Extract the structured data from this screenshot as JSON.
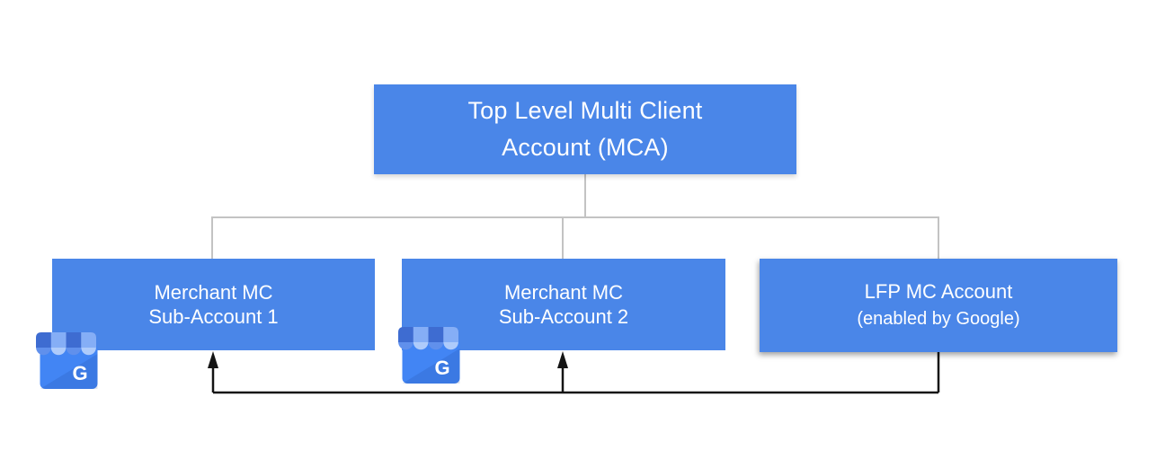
{
  "diagram": {
    "nodes": {
      "mca": {
        "line1": "Top Level Multi Client",
        "line2": "Account (MCA)"
      },
      "merchant1": {
        "line1": "Merchant MC",
        "line2": "Sub-Account 1"
      },
      "merchant2": {
        "line1": "Merchant MC",
        "line2": "Sub-Account 2"
      },
      "lfp": {
        "line1": "LFP MC Account",
        "line2": "(enabled by Google)"
      }
    },
    "edges": [
      {
        "from": "mca",
        "to": "merchant1",
        "type": "tree-line"
      },
      {
        "from": "mca",
        "to": "merchant2",
        "type": "tree-line"
      },
      {
        "from": "mca",
        "to": "lfp",
        "type": "tree-line"
      },
      {
        "from": "lfp",
        "to": "merchant1",
        "type": "black-arrow"
      },
      {
        "from": "lfp",
        "to": "merchant2",
        "type": "black-arrow"
      }
    ],
    "icon": {
      "name": "google-my-business-storefront",
      "letter": "G"
    },
    "colors": {
      "box_fill": "#4a86e8",
      "box_text": "#ffffff",
      "tree_connector": "#c3c3c3",
      "arrow_line": "#141414",
      "icon_body": "#4285f4",
      "icon_stripe_dark": "#3e6cd1",
      "icon_stripe_light": "#85aef6",
      "icon_flap_dark": "#6090ec",
      "icon_flap_light": "#aecbfb",
      "background": "#ffffff"
    }
  }
}
